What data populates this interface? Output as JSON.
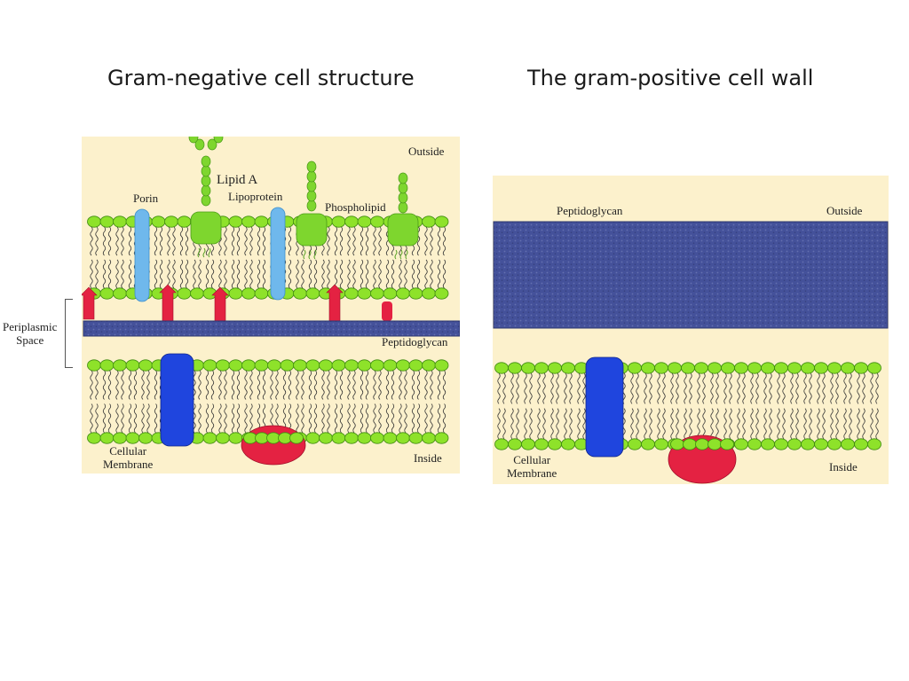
{
  "titles": {
    "left": "Gram-negative cell structure",
    "right": "The gram-positive cell wall"
  },
  "gram_negative": {
    "labels": {
      "outside": "Outside",
      "lipid_a": "Lipid A",
      "porin": "Porin",
      "lipoprotein": "Lipoprotein",
      "phospholipid": "Phospholipid",
      "periplasmic_line1": "Periplasmic",
      "periplasmic_line2": "Space",
      "peptidoglycan": "Peptidoglycan",
      "cellular_line1": "Cellular",
      "cellular_line2": "Membrane",
      "inside": "Inside"
    }
  },
  "gram_positive": {
    "labels": {
      "peptidoglycan": "Peptidoglycan",
      "outside": "Outside",
      "cellular_line1": "Cellular",
      "cellular_line2": "Membrane",
      "inside": "Inside"
    }
  },
  "colors": {
    "background": "#fcf1cc",
    "lipid_head": "#8ee22a",
    "lipid_head_stroke": "#3e8a10",
    "peptidoglycan": "#44519a",
    "protein_blue": "#1f45de",
    "protein_red": "#e42242",
    "porin": "#6fb8ec",
    "lps_green": "#7ed62e"
  }
}
